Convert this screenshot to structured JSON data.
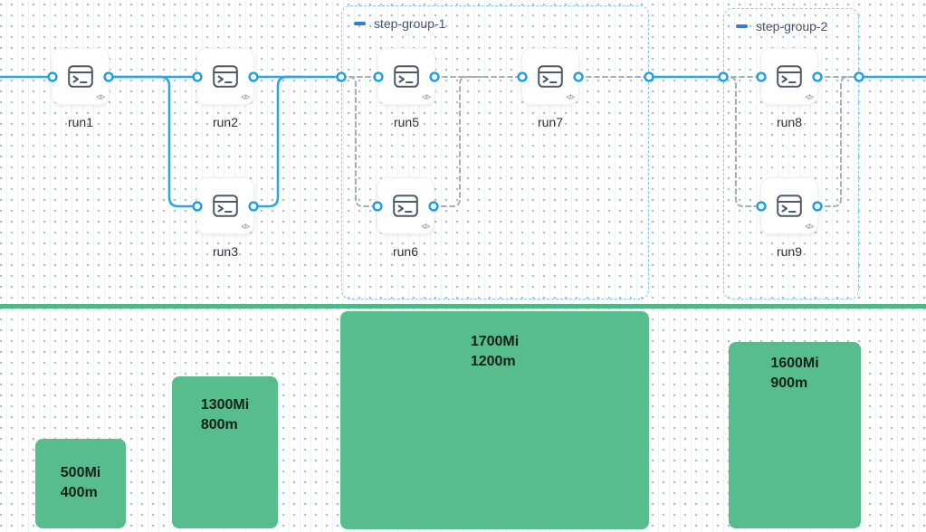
{
  "flow": {
    "nodes": [
      {
        "label": "run1"
      },
      {
        "label": "run2"
      },
      {
        "label": "run3"
      },
      {
        "label": "run5"
      },
      {
        "label": "run6"
      },
      {
        "label": "run7"
      },
      {
        "label": "run8"
      },
      {
        "label": "run9"
      }
    ],
    "groups": [
      {
        "label": "step-group-1"
      },
      {
        "label": "step-group-2"
      }
    ],
    "code_badge": "</>"
  },
  "resources": {
    "bars": [
      {
        "memory": "500Mi",
        "cpu": "400m"
      },
      {
        "memory": "1300Mi",
        "cpu": "800m"
      },
      {
        "memory": "1700Mi",
        "cpu": "1200m"
      },
      {
        "memory": "1600Mi",
        "cpu": "900m"
      }
    ]
  },
  "colors": {
    "edge_blue": "#2BA7E6",
    "port_blue": "#18A0E6",
    "dashed_gray": "#A7AEB9",
    "group_border": "#82CDF3",
    "group_accent": "#2B7DE0",
    "bar_green": "#57BD8C",
    "divider_green": "#4EB886",
    "bar_text": "#13211A",
    "node_label": "#2E3338",
    "group_label": "#49546A",
    "icon_slate": "#4E5869"
  }
}
